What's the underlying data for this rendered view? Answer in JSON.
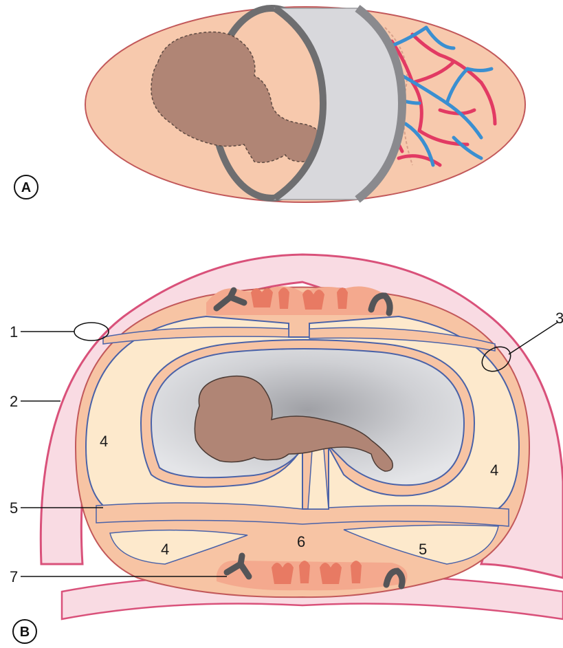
{
  "figure": {
    "panels": [
      {
        "id": "A",
        "label": "A"
      },
      {
        "id": "B",
        "label": "B"
      }
    ],
    "labels": [
      {
        "text": "1"
      },
      {
        "text": "2"
      },
      {
        "text": "3"
      },
      {
        "text": "4"
      },
      {
        "text": "4"
      },
      {
        "text": "4"
      },
      {
        "text": "5"
      },
      {
        "text": "5"
      },
      {
        "text": "6"
      },
      {
        "text": "7"
      }
    ],
    "colors": {
      "embryo": "#b08575",
      "sac_fill": "#f7c9ad",
      "sac_outline": "#c2585a",
      "band_grey": "#d8d8dc",
      "band_dark": "#6e6e70",
      "vessel_red": "#e23a63",
      "vessel_blue": "#3a8fd1",
      "uterus_pink": "#f9dbe3",
      "uterus_outline": "#d9517a",
      "cavity_yellow": "#fde9cc",
      "amnion_grey": "#d9dadd",
      "membrane_blue": "#4a62a8",
      "villi_salmon": "#e87a63",
      "villi_dark": "#555558"
    }
  }
}
